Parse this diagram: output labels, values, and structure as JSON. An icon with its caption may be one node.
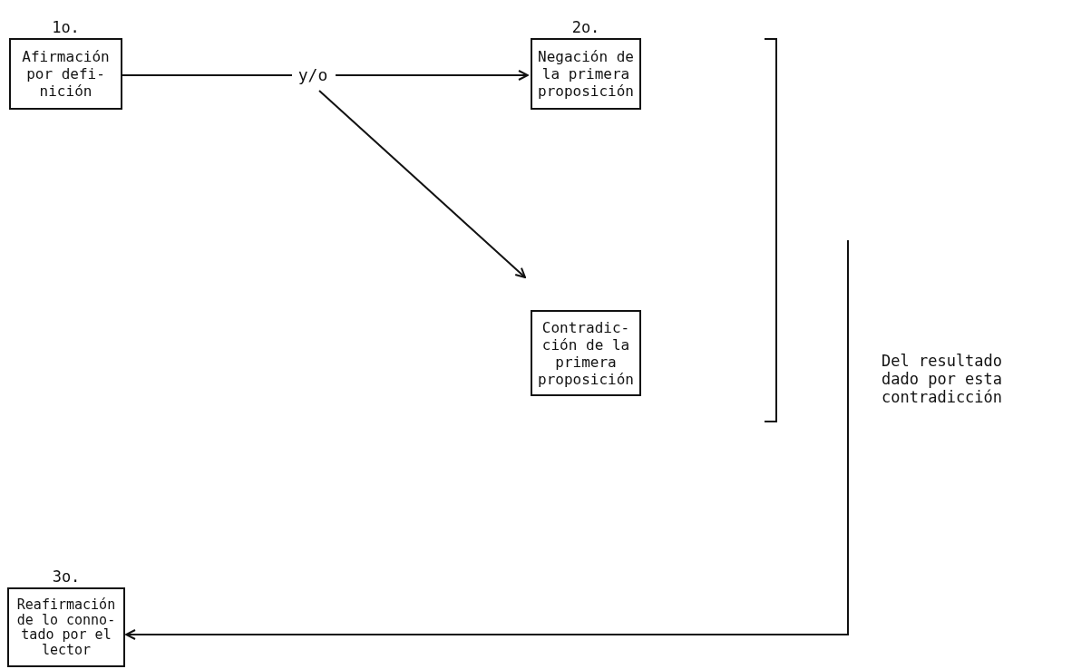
{
  "diagram": {
    "nodes": [
      {
        "text": [
          "1o.",
          "Afirmación por defi- nición"
        ]
      },
      {
        "text": [
          "y/o"
        ]
      },
      {
        "text": [
          "2o.",
          "Negación de la primera proposición"
        ]
      },
      {
        "text": [
          "Contradic- ción de la primera proposición"
        ]
      },
      {
        "text": [],
        "shape": "bar"
      },
      {
        "text": [
          "3o.",
          "Reafirmación de lo conno- tado por el lector"
        ]
      }
    ],
    "edges": [
      {
        "from": 0,
        "to": 1,
        "arrow": "none"
      },
      {
        "from": 1,
        "to": 2,
        "arrow": "to"
      },
      {
        "from": 1,
        "to": 3,
        "arrow": "to"
      },
      {
        "from": 4,
        "to": 5,
        "arrow": "to",
        "label": "Del resultado dado por esta contradicción"
      }
    ]
  }
}
